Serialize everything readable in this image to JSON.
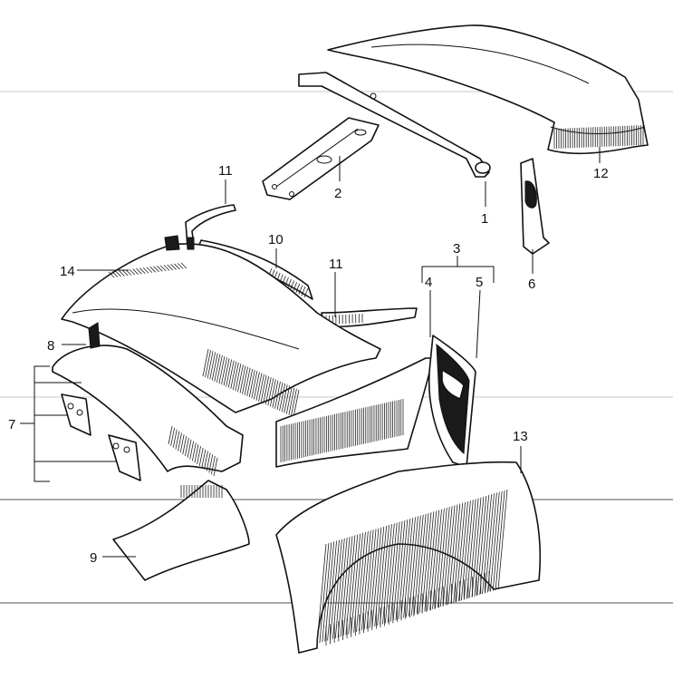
{
  "callouts": {
    "c1": "1",
    "c2": "2",
    "c3": "3",
    "c4": "4",
    "c5": "5",
    "c6": "6",
    "c7": "7",
    "c8": "8",
    "c9": "9",
    "c10": "10",
    "c11a": "11",
    "c11b": "11",
    "c12": "12",
    "c13": "13",
    "c14": "14"
  },
  "colors": {
    "ink": "#111111",
    "background": "#ffffff",
    "scan_rule": "#c8c8c8"
  }
}
